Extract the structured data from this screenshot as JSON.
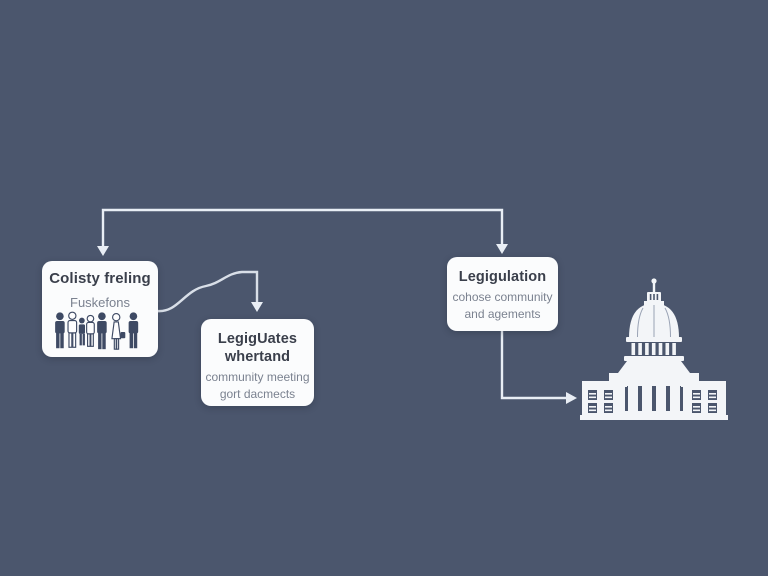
{
  "palette": {
    "bg": "#4b566d",
    "box_bg": "#fbfcfd",
    "title_color": "#3a3f4b",
    "subtitle_color": "#7b8290",
    "connector_color": "#e9eef5",
    "icon_navy": "#3e4a64",
    "building_white": "#f3f5f8"
  },
  "diagram": {
    "nodes": {
      "community": {
        "title": "Colisty freling",
        "subtitle": "Fuskefons",
        "icon": "people-group-icon"
      },
      "meeting": {
        "title_line1": "LegigUates",
        "title_line2": "whertand",
        "subtitle_line1": "community meeting",
        "subtitle_line2": "gort dacmects"
      },
      "legislation": {
        "title": "Legigulation",
        "subtitle_line1": "cohose community",
        "subtitle_line2": "and agements"
      },
      "capitol": {
        "icon": "capitol-building-icon"
      }
    },
    "connections": [
      {
        "from": "top-branch",
        "to": "community"
      },
      {
        "from": "top-branch",
        "to": "legislation"
      },
      {
        "from": "community",
        "to": "meeting"
      },
      {
        "from": "legislation",
        "to": "capitol"
      }
    ]
  }
}
